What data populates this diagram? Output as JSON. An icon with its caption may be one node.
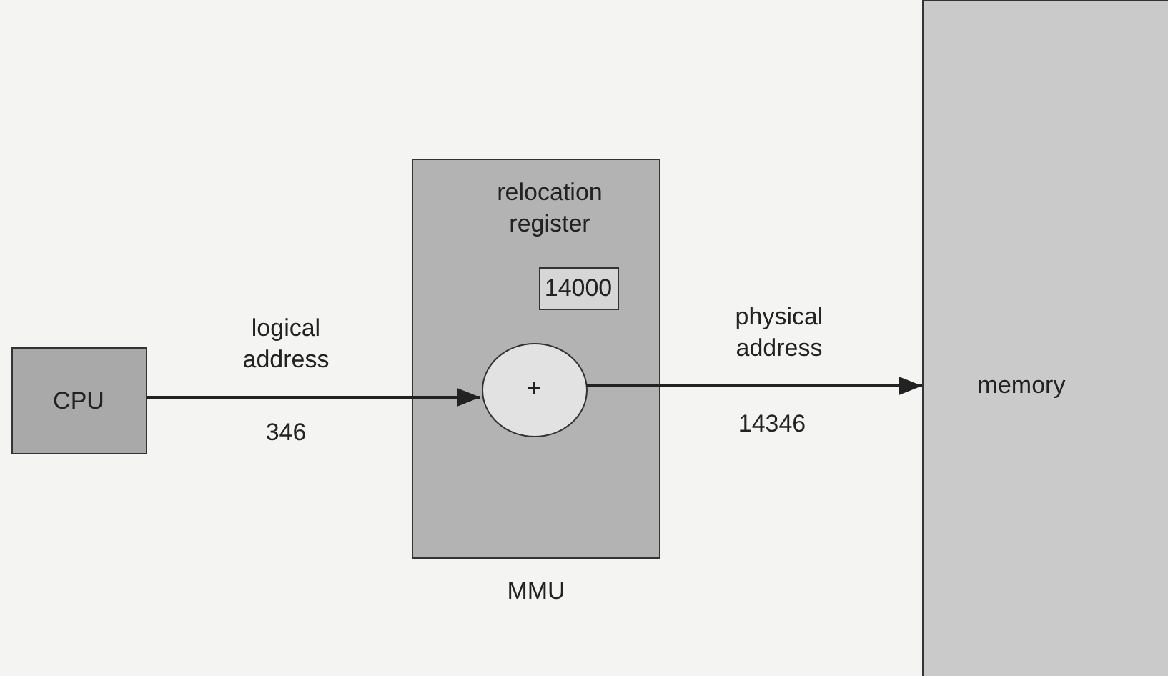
{
  "diagram": {
    "nodes": [
      {
        "text": [
          "CPU"
        ]
      },
      {
        "text": [
          "relocation register"
        ],
        "beside": [
          "MMU"
        ]
      },
      {
        "text": [
          "14000"
        ],
        "in": 1
      },
      {
        "text": [
          "+"
        ],
        "in": 1
      },
      {
        "text": [
          "memory"
        ]
      }
    ],
    "edges": [
      {
        "from": 0,
        "to": 3,
        "arrow": "to",
        "label": "logical address"
      },
      {
        "from": 3,
        "to": 4,
        "arrow": "to",
        "label": "physical address"
      }
    ],
    "labels": [
      "346",
      "14346"
    ]
  }
}
